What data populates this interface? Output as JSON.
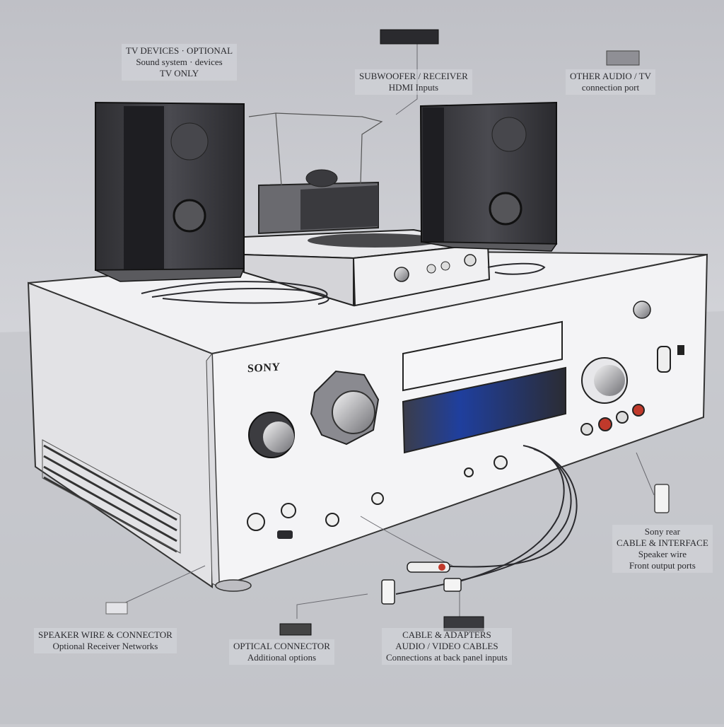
{
  "brand_label": "SONY",
  "callouts": {
    "top_left": [
      "TV DEVICES · OPTIONAL",
      "Sound system · devices",
      "TV ONLY"
    ],
    "top_center": [
      "SUBWOOFER / RECEIVER",
      "HDMI Inputs"
    ],
    "top_right": [
      "OTHER AUDIO / TV",
      "connection port"
    ],
    "right": [
      "Sony rear",
      "CABLE & INTERFACE",
      "Speaker wire",
      "Front output ports"
    ],
    "bottom_left": [
      "SPEAKER WIRE & CONNECTOR",
      "Optional Receiver Networks"
    ],
    "bottom_center": [
      "OPTICAL CONNECTOR",
      "Additional options"
    ],
    "bottom_right": [
      "CABLE & ADAPTERS",
      "AUDIO / VIDEO CABLES",
      "Connections at back panel inputs"
    ]
  },
  "colors": {
    "background": "#c9cacf",
    "receiver_body": "#ececee",
    "speaker": "#3a3a3e",
    "display_accent": "#1f3f9e",
    "rca_red": "#c0392b"
  }
}
